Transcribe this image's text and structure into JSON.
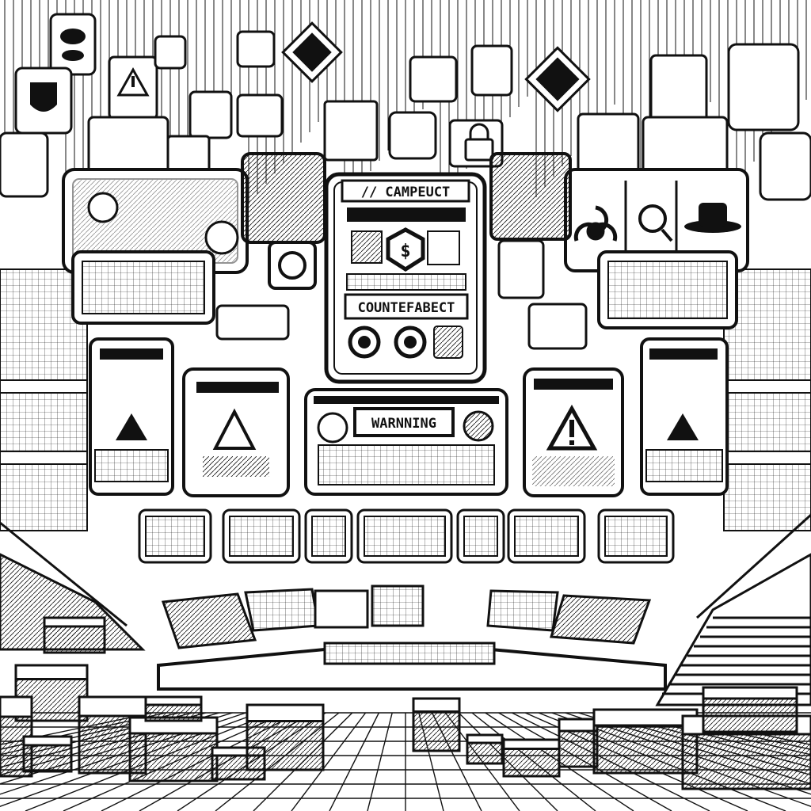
{
  "scene": {
    "central_panel": {
      "header_text": "// CAMPEUCT",
      "footer_text": "COUNTEFABECT",
      "emblem_glyph": "$"
    },
    "warning_panel": {
      "label": "WARNNING"
    },
    "icons": [
      "biohazard-icon",
      "warning-triangle-icon",
      "padlock-icon",
      "dollar-hexagon-icon",
      "magnifier-icon",
      "hat-icon",
      "cloud-icon",
      "shield-icon"
    ],
    "colors": {
      "ink": "#111111",
      "paper": "#ffffff",
      "shade": "#d8d8d8"
    }
  }
}
